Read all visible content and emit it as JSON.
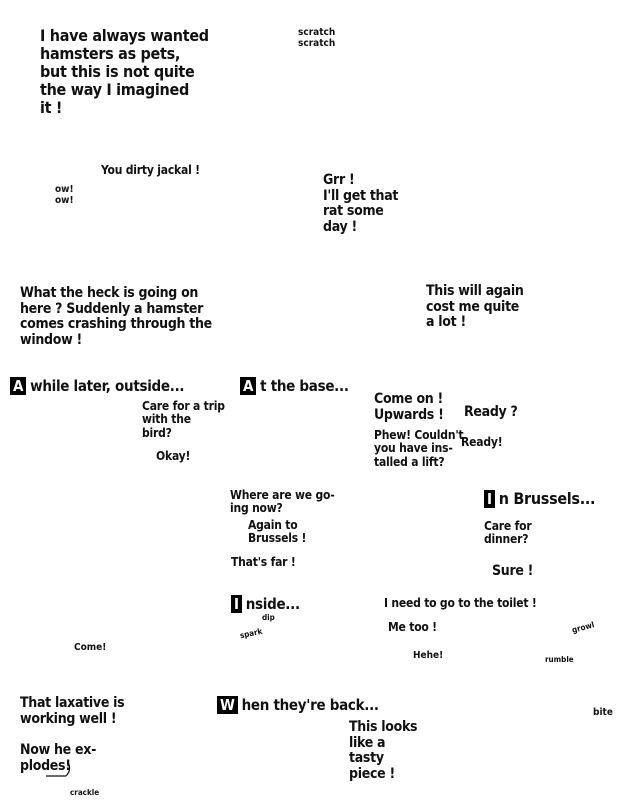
{
  "panel1": {
    "narration": "I have always wanted\nhamsters as pets,\nbut this is not quite\nthe way I imagined\n it !",
    "sfx": "scratch\n scratch"
  },
  "panel2": {
    "jackal": "You dirty jackal !",
    "ow": "ow!\n ow!",
    "grr": "Grr !\nI'll get that\nrat some\nday !"
  },
  "panel3": {
    "heck": "What the heck is going on\nhere ?  Suddenly a hamster\ncomes crashing through the\nwindow !",
    "cost": "This will again\ncost me quite\na lot !"
  },
  "panel4": {
    "caption_letter": "A",
    "caption_rest": "while later, outside...",
    "trip": "Care for a trip\nwith the\nbird?",
    "okay": "Okay!"
  },
  "panel5": {
    "caption_letter": "A",
    "caption_rest": "t the base...",
    "come_on": "Come on !\nUpwards !",
    "ready_q": "Ready ?",
    "phew": "Phew! Couldn't\nyou have ins-\ntalled a lift?",
    "ready": "Ready!"
  },
  "panel6": {
    "where": "Where are we go-\ning now?",
    "again": "Again to\nBrussels !",
    "far": "That's far !"
  },
  "panel7": {
    "caption_letter": "I",
    "caption_rest": "n Brussels...",
    "dinner": "Care for\ndinner?",
    "sure": "Sure !"
  },
  "panel8": {
    "caption_letter": "I",
    "caption_rest": "nside...",
    "dip": "dip",
    "spark": "spark",
    "come": "Come!",
    "toilet": "I need to go to the toilet !",
    "me_too": "Me too !",
    "hehe": "Hehe!",
    "growl": "growl",
    "rumble": "rumble"
  },
  "panel9": {
    "laxative": "That laxative is\nworking well !",
    "explodes": "Now he ex-\nplodes!",
    "crackle": "crackle"
  },
  "panel10": {
    "caption_letter": "W",
    "caption_rest": "hen they're back...",
    "tasty": "This looks\n like a\n tasty\n piece !",
    "bite": "bite"
  }
}
